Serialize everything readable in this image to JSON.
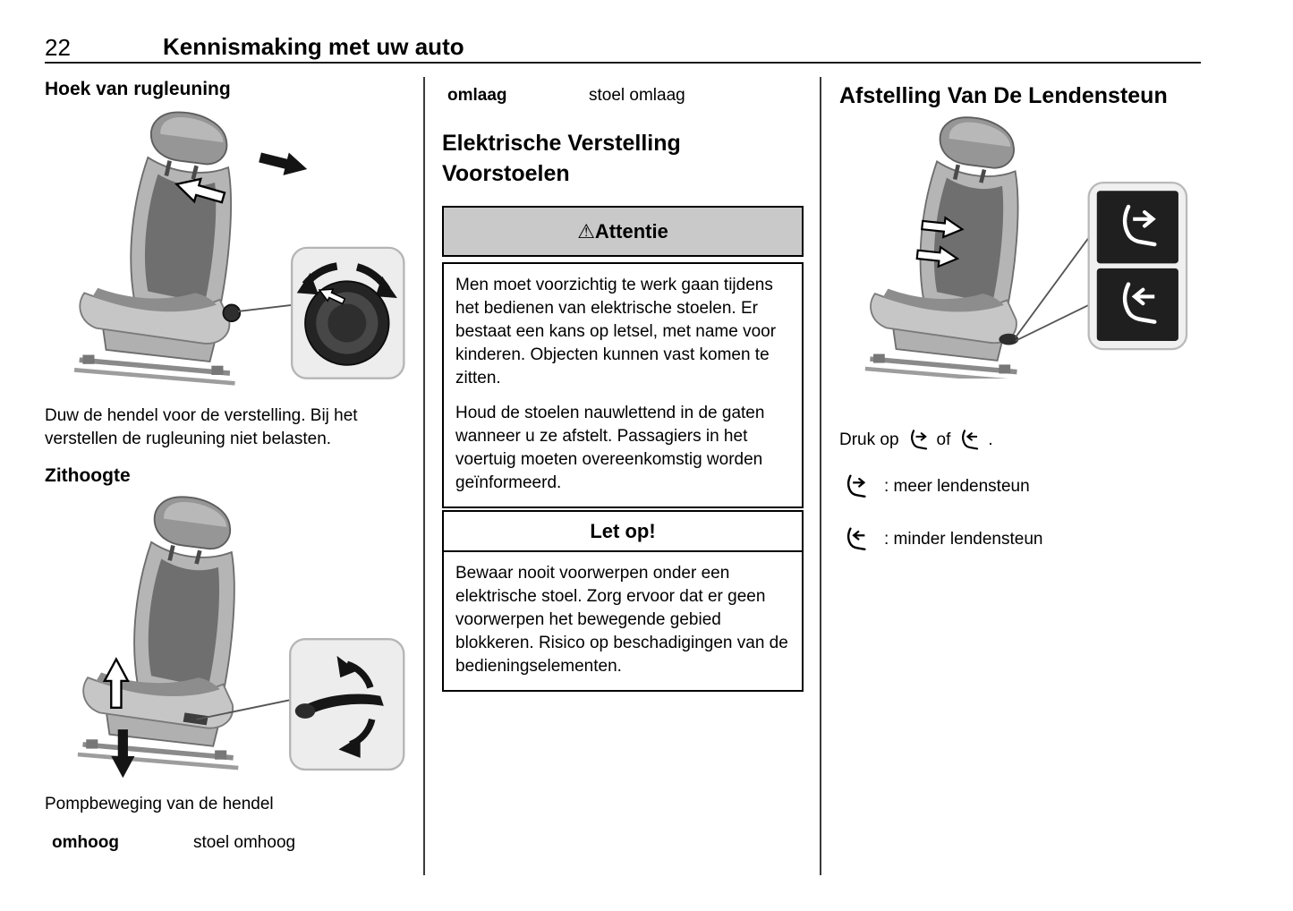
{
  "header": {
    "page_number": "22",
    "chapter_title": "Kennismaking met uw auto"
  },
  "left_column": {
    "backrest_section": {
      "heading": "Hoek van rugleuning",
      "caption": "Duw de hendel voor de verstelling. Bij het verstellen de rugleuning niet belasten."
    },
    "seat_height_section": {
      "heading": "Zithoogte",
      "caption": "Pompbeweging van de hendel",
      "definition": {
        "term": "omhoog",
        "meaning": "stoel omhoog"
      }
    }
  },
  "middle_column": {
    "definition": {
      "term": "omlaag",
      "meaning": "stoel omlaag"
    },
    "heading": "Elektrische Verstelling Voorstoelen",
    "warning_box": {
      "icon": "⚠",
      "title": "Attentie",
      "paragraph1": "Men moet voorzichtig te werk gaan tijdens het bedienen van elektrische stoelen. Er bestaat een kans op letsel, met name voor kinderen. Objecten kunnen vast komen te zitten.",
      "paragraph2": "Houd de stoelen nauwlettend in de gaten wanneer u ze afstelt. Passagiers in het voertuig moeten overeenkomstig worden geïnformeerd."
    },
    "notice_box": {
      "title": "Let op!",
      "paragraph1": "Bewaar nooit voorwerpen onder een elektrische stoel. Zorg ervoor dat er geen voorwerpen het bewegende gebied blokkeren. Risico op beschadigingen van de bedieningselementen."
    }
  },
  "right_column": {
    "heading": "Afstelling Van De Lendensteun",
    "instruction": {
      "prefix": "Druk op",
      "connector": "of",
      "suffix": "."
    },
    "legend": [
      {
        "icon": "lumbar-more-icon",
        "label": ": meer lendensteun"
      },
      {
        "icon": "lumbar-less-icon",
        "label": ": minder lendensteun"
      }
    ]
  },
  "colors": {
    "warning_header_bg": "#c9c9c9",
    "box_border": "#000000",
    "text": "#000000"
  }
}
